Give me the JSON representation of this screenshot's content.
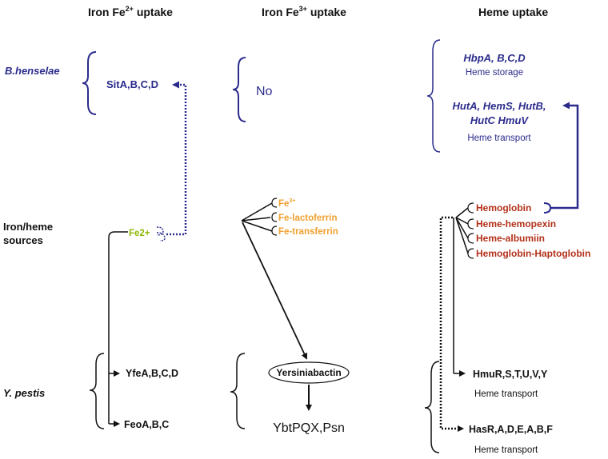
{
  "headers": {
    "col1_prefix": "Iron Fe",
    "col1_sup": "2+",
    "col1_suffix": " uptake",
    "col2_prefix": "Iron Fe",
    "col2_sup": "3+",
    "col2_suffix": " uptake",
    "col3": "Heme uptake"
  },
  "row_labels": {
    "bhenselae": "B.henselae",
    "sources_line1": "Iron/heme",
    "sources_line2": "sources",
    "ypestis": "Y. pestis"
  },
  "bhenselae": {
    "fe2": "SitA,B,C,D",
    "fe3": "No",
    "heme_storage_genes": "HbpA, B,C,D",
    "heme_storage_label": "Heme storage",
    "heme_transport_genes_line1": "HutA, HemS, HutB,",
    "heme_transport_genes_line2": "HutC HmuV",
    "heme_transport_label": "Heme transport"
  },
  "sources": {
    "fe2": "Fe2+",
    "fe3_prefix": "Fe",
    "fe3_sup": "3+",
    "fe_lactoferrin": "Fe-lactoferrin",
    "fe_transferrin": "Fe-transferrin",
    "heme": [
      "Hemoglobin",
      "Heme-hemopexin",
      "Heme-albumiin",
      "Hemoglobin-Haptoglobin"
    ]
  },
  "ypestis": {
    "yfe": "YfeA,B,C,D",
    "feo": "FeoA,B,C",
    "yersiniabactin": "Yersiniabactin",
    "ybt": "YbtPQX,Psn",
    "hmu": "HmuR,S,T,U,V,Y",
    "hmu_label": "Heme transport",
    "has": "HasR,A,D,E,A,B,F",
    "has_label": "Heme transport"
  },
  "colors": {
    "blue": "#2b2b8c",
    "orange": "#f0a030",
    "red": "#b3301a",
    "green": "#8cb800",
    "black": "#111111"
  }
}
